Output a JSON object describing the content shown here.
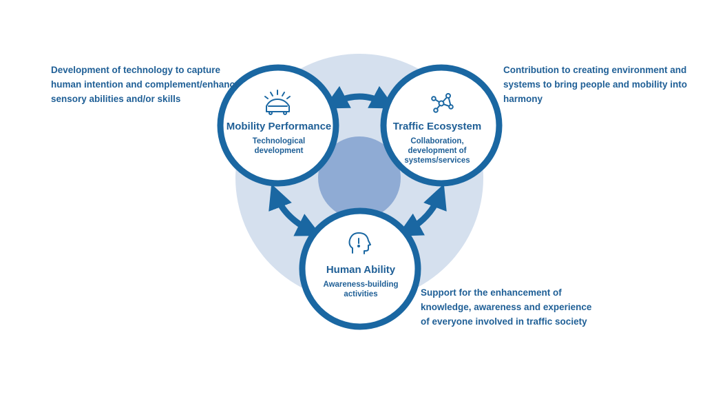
{
  "colors": {
    "ring": "#1a67a2",
    "arrow": "#1a67a2",
    "text": "#1f5f96",
    "background_disc": "#d5e0ee",
    "center_disc": "#8fabd4"
  },
  "nodes": {
    "mobility": {
      "title": "Mobility Performance",
      "subtitle_lines": [
        "Technological",
        "development"
      ],
      "icon": "car-icon"
    },
    "traffic": {
      "title": "Traffic Ecosystem",
      "subtitle_lines": [
        "Collaboration,",
        "development of",
        "systems/services"
      ],
      "icon": "network-icon"
    },
    "human": {
      "title": "Human Ability",
      "subtitle_lines": [
        "Awareness-building",
        "activities"
      ],
      "icon": "human-head-icon"
    }
  },
  "notes": {
    "mobility": {
      "lines": [
        "Development of technology to capture",
        "human intention and complement/enhance",
        "sensory abilities and/or skills"
      ]
    },
    "traffic": {
      "lines": [
        "Contribution to creating environment and",
        "systems to bring people and mobility into",
        "harmony"
      ]
    },
    "human": {
      "lines": [
        "Support for the enhancement of",
        "knowledge, awareness and experience",
        "of everyone involved in traffic society"
      ]
    }
  }
}
